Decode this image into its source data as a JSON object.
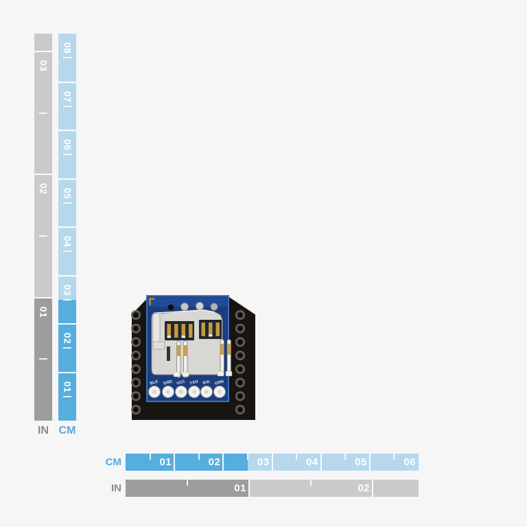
{
  "colors": {
    "background": "#F6F6F7",
    "cm_strong": "#55AEDE",
    "cm_light": "#B7D8EC",
    "inch_strong": "#9D9D9D",
    "inch_light": "#CACACA",
    "digit": "#FFFFFF",
    "cm_title": "#55A9DC",
    "inch_title": "#898989"
  },
  "rulers": {
    "vertical": {
      "inch": {
        "title": "IN",
        "labels": [
          "01",
          "02",
          "03"
        ],
        "highlight_units": 1
      },
      "cm": {
        "title": "CM",
        "labels": [
          "01",
          "02",
          "03",
          "04",
          "05",
          "06",
          "07",
          "08"
        ],
        "highlight_units": 2.5
      }
    },
    "horizontal": {
      "cm": {
        "title": "CM",
        "labels": [
          "01",
          "02",
          "03",
          "04",
          "05",
          "06"
        ],
        "highlight_units": 2.5
      },
      "inch": {
        "title": "IN",
        "labels": [
          "01",
          "02"
        ],
        "highlight_units": 1
      }
    }
  },
  "product": {
    "description": "microSD data logger module on black carrier board",
    "pin_labels": [
      "BLK",
      "GND",
      "VCC",
      "TXO",
      "RXI",
      "GRN"
    ]
  }
}
